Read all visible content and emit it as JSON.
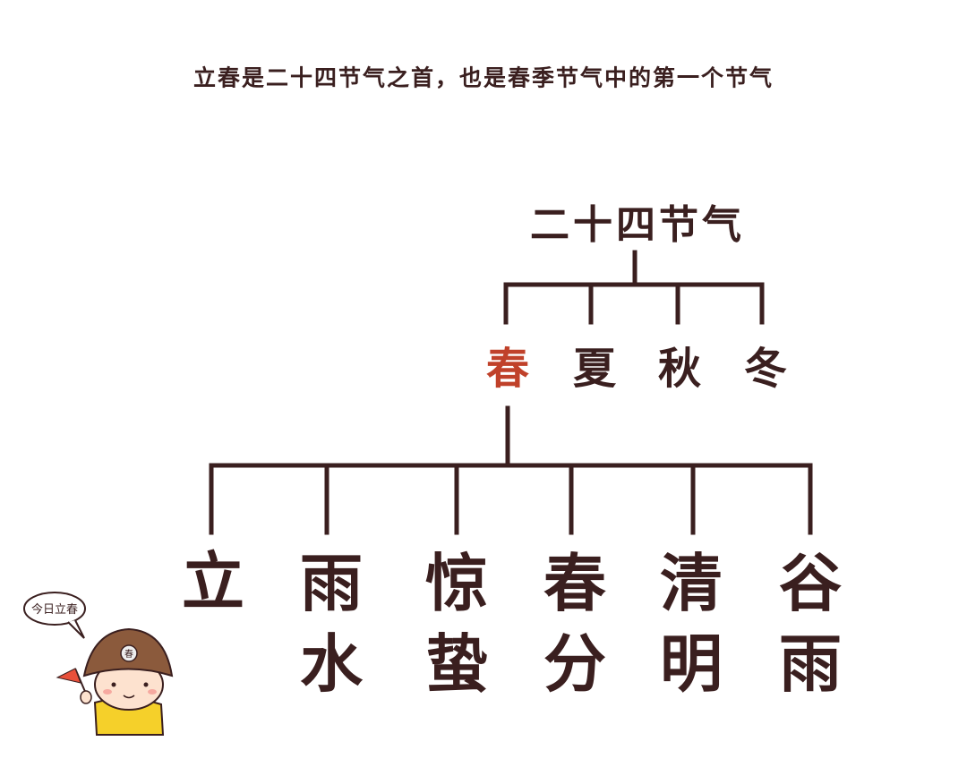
{
  "title": "立春是二十四节气之首，也是春季节气中的第一个节气",
  "root": "二十四节气",
  "seasons": [
    "春",
    "夏",
    "秋",
    "冬"
  ],
  "highlight_season": "春",
  "terms": [
    [
      "立",
      ""
    ],
    [
      "雨",
      "水"
    ],
    [
      "惊",
      "蛰"
    ],
    [
      "春",
      "分"
    ],
    [
      "清",
      "明"
    ],
    [
      "谷",
      "雨"
    ]
  ],
  "term_lines": [
    "立",
    "雨水",
    "惊蛰",
    "春分",
    "清明",
    "谷雨"
  ],
  "mascot": {
    "speech": "今日立春",
    "hat_badge": "春"
  },
  "colors": {
    "text": "#3a1f1f",
    "accent": "#c0412a",
    "hat": "#8b5a3c",
    "shirt": "#f5d02a",
    "flag": "#e8503a"
  }
}
